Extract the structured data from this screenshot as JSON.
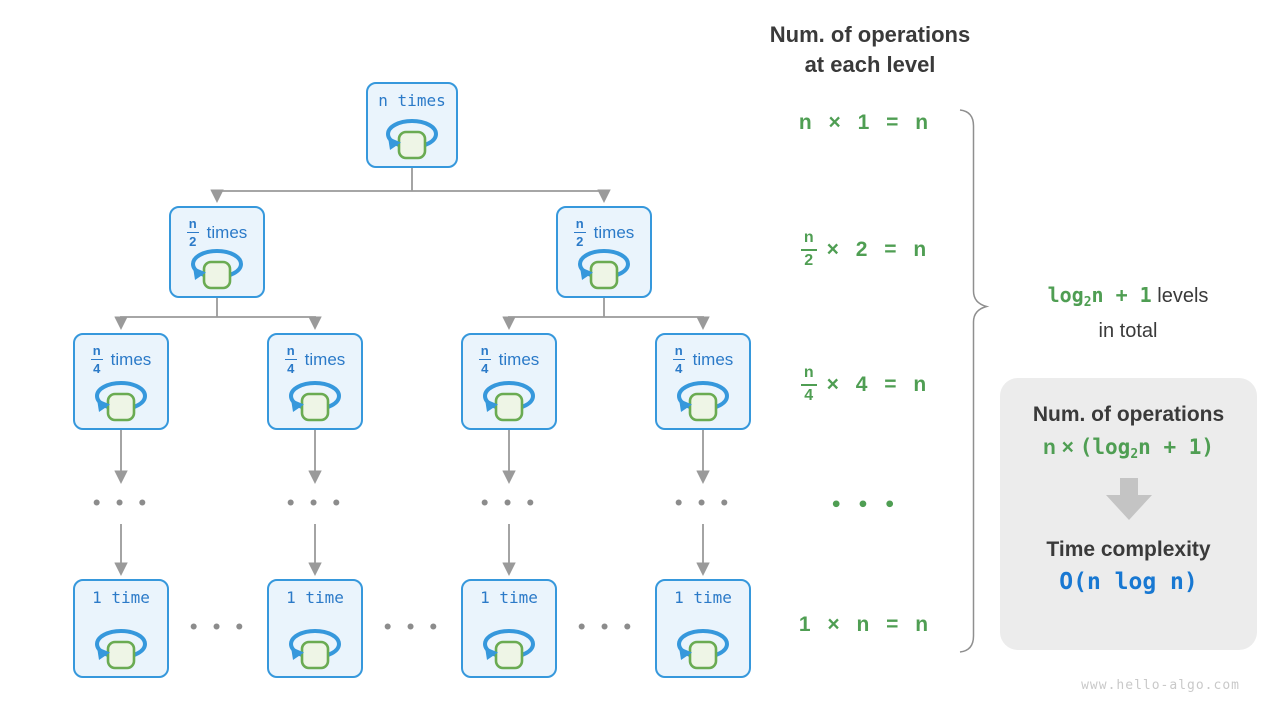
{
  "colors": {
    "node_border": "#3698dc",
    "node_fill": "#eaf4fc",
    "node_text": "#2b7ac8",
    "loop_blue": "#3698dc",
    "square_fill": "#eef5e6",
    "square_border": "#6aab52",
    "connector_gray": "#9a9a9a",
    "green": "#4f9e53",
    "dark_text": "#3a3a3a",
    "panel_bg": "#ececec",
    "block_arrow_gray": "#c4c4c4",
    "complexity_blue": "#1878d2",
    "watermark_gray": "#c9c9c9"
  },
  "header": {
    "line1": "Num. of operations",
    "line2": "at each level"
  },
  "tree": {
    "root": {
      "label": "n times"
    },
    "level2": [
      {
        "num": "n",
        "den": "2",
        "suffix": "times"
      },
      {
        "num": "n",
        "den": "2",
        "suffix": "times"
      }
    ],
    "level3": [
      {
        "num": "n",
        "den": "4",
        "suffix": "times"
      },
      {
        "num": "n",
        "den": "4",
        "suffix": "times"
      },
      {
        "num": "n",
        "den": "4",
        "suffix": "times"
      },
      {
        "num": "n",
        "den": "4",
        "suffix": "times"
      }
    ],
    "bottom": [
      {
        "label": "1 time"
      },
      {
        "label": "1 time"
      },
      {
        "label": "1 time"
      },
      {
        "label": "1 time"
      }
    ],
    "column_dots": "• • •",
    "row_dots": "• • •"
  },
  "equations": {
    "row1": "n × 1 = n",
    "row2": {
      "num": "n",
      "den": "2",
      "rest": "× 2 = n"
    },
    "row3": {
      "num": "n",
      "den": "4",
      "rest": "× 4 = n"
    },
    "dots": "• • •",
    "row5": "1 × n = n"
  },
  "levels_note": {
    "pre": "log",
    "base": "2",
    "post": "n + 1",
    "rest": " levels",
    "line2": "in total"
  },
  "summary": {
    "title1": "Num. of operations",
    "formula": {
      "lead": "n × ",
      "pre": "(log",
      "base": "2",
      "post": "n + 1)"
    },
    "title2": "Time complexity",
    "complexity": "O(n log n)"
  },
  "watermark": "www.hello-algo.com"
}
